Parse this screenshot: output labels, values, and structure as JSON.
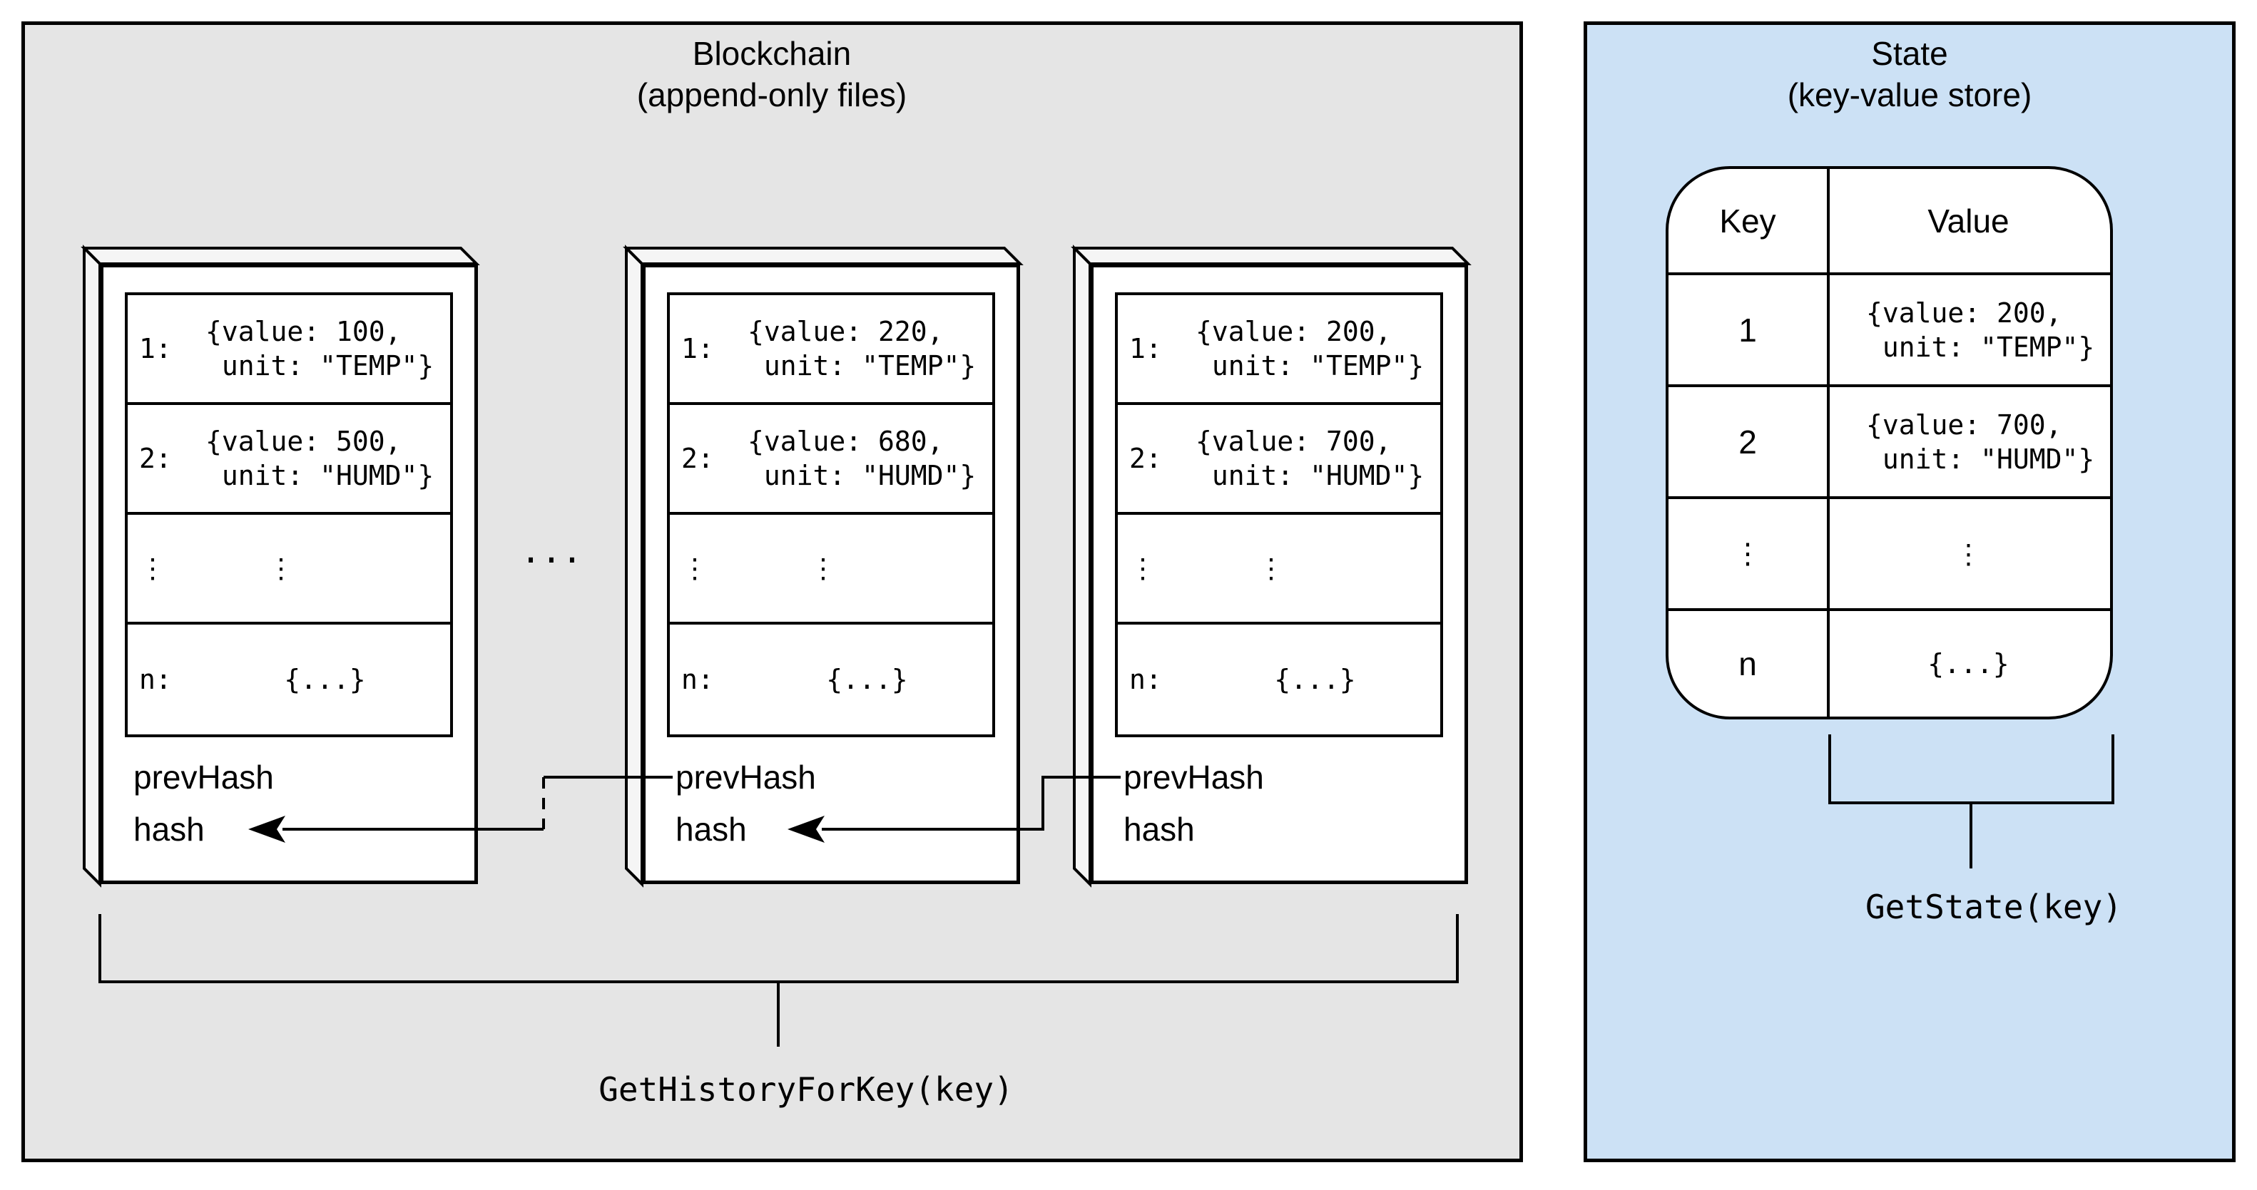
{
  "blockchain_panel": {
    "title_line1": "Blockchain",
    "title_line2": "(append-only files)",
    "ellipsis": "...",
    "function_label": "GetHistoryForKey(key)",
    "field_labels": {
      "prev_hash": "prevHash",
      "hash": "hash"
    },
    "blocks": [
      {
        "rows": [
          {
            "key": "1:",
            "value": "{value: 100,\n unit: \"TEMP\"}"
          },
          {
            "key": "2:",
            "value": "{value: 500,\n unit: \"HUMD\"}"
          },
          {
            "key": "⋮",
            "value": "⋮"
          },
          {
            "key": "n:",
            "value": "{...}"
          }
        ]
      },
      {
        "rows": [
          {
            "key": "1:",
            "value": "{value: 220,\n unit: \"TEMP\"}"
          },
          {
            "key": "2:",
            "value": "{value: 680,\n unit: \"HUMD\"}"
          },
          {
            "key": "⋮",
            "value": "⋮"
          },
          {
            "key": "n:",
            "value": "{...}"
          }
        ]
      },
      {
        "rows": [
          {
            "key": "1:",
            "value": "{value: 200,\n unit: \"TEMP\"}"
          },
          {
            "key": "2:",
            "value": "{value: 700,\n unit: \"HUMD\"}"
          },
          {
            "key": "⋮",
            "value": "⋮"
          },
          {
            "key": "n:",
            "value": "{...}"
          }
        ]
      }
    ]
  },
  "state_panel": {
    "title_line1": "State",
    "title_line2": "(key-value store)",
    "function_label": "GetState(key)",
    "table": {
      "header_key": "Key",
      "header_value": "Value",
      "rows": [
        {
          "key": "1",
          "value": "{value: 200,\n unit: \"TEMP\"}"
        },
        {
          "key": "2",
          "value": "{value: 700,\n unit: \"HUMD\"}"
        },
        {
          "key": "⋮",
          "value": "⋮"
        },
        {
          "key": "n",
          "value": "{...}"
        }
      ]
    }
  },
  "colors": {
    "blockchain_panel_bg": "#e5e5e5",
    "state_panel_bg": "#cce1f5",
    "block_bg": "#ffffff",
    "depth_face_bg": "#f5f5f5",
    "line": "#000000"
  }
}
